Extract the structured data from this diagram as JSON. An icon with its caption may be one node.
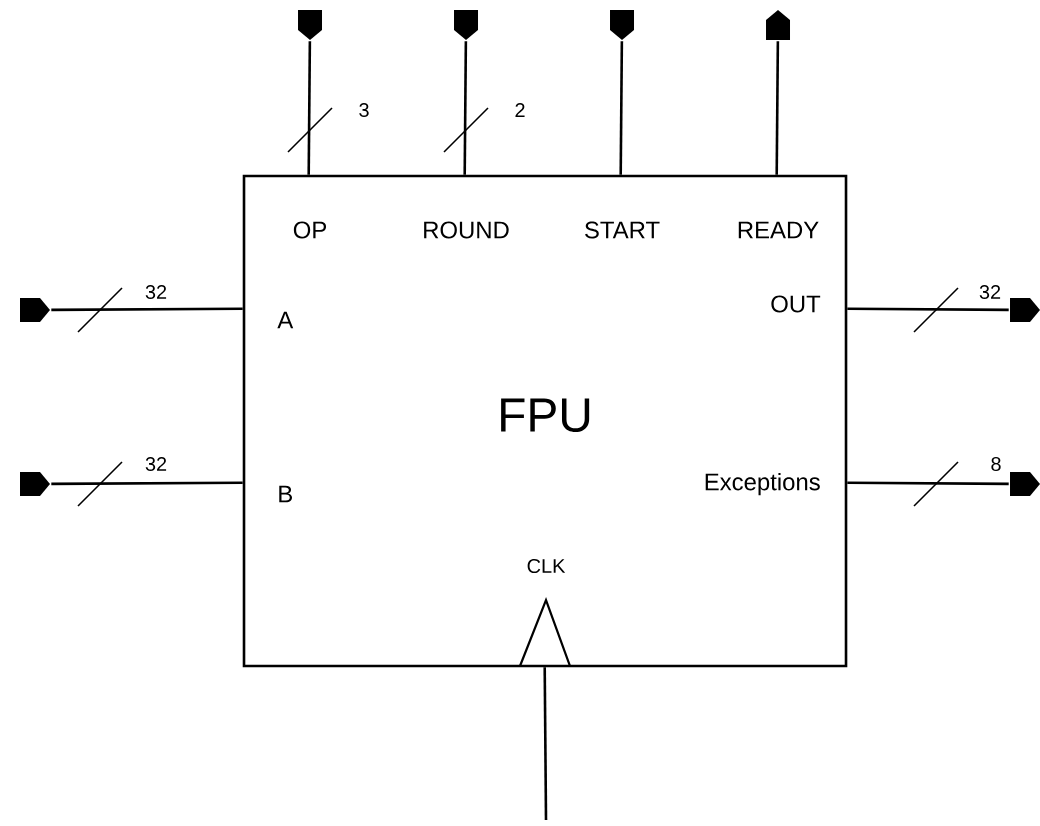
{
  "diagram": {
    "nodes": [
      {
        "text": [
          "FPU"
        ]
      },
      {
        "text": [],
        "shape": "pentagon"
      },
      {
        "text": [],
        "shape": "pentagon"
      },
      {
        "text": [],
        "shape": "pentagon"
      },
      {
        "text": [],
        "shape": "pentagon"
      },
      {
        "text": [],
        "shape": "pentagon"
      },
      {
        "text": [],
        "shape": "pentagon"
      },
      {
        "text": [],
        "shape": "pentagon"
      },
      {
        "text": [],
        "shape": "pentagon"
      }
    ],
    "edges": [
      {
        "from": 1,
        "to": 0,
        "arrow": "none",
        "label": "3"
      },
      {
        "from": 2,
        "to": 0,
        "arrow": "none",
        "label": "2"
      },
      {
        "from": 3,
        "to": 0,
        "arrow": "none"
      },
      {
        "from": 0,
        "to": 4,
        "arrow": "none"
      },
      {
        "from": 5,
        "to": 0,
        "arrow": "none",
        "label": "32"
      },
      {
        "from": 6,
        "to": 0,
        "arrow": "none",
        "label": "32"
      },
      {
        "from": 0,
        "to": 7,
        "arrow": "none",
        "label": "32"
      },
      {
        "from": 0,
        "to": 8,
        "arrow": "none",
        "label": "8"
      },
      {
        "from": null,
        "to": 0,
        "arrow": "none"
      }
    ],
    "labels": [
      "OP",
      "ROUND",
      "START",
      "READY",
      "A",
      "B",
      "OUT",
      "Exceptions",
      "CLK"
    ]
  }
}
